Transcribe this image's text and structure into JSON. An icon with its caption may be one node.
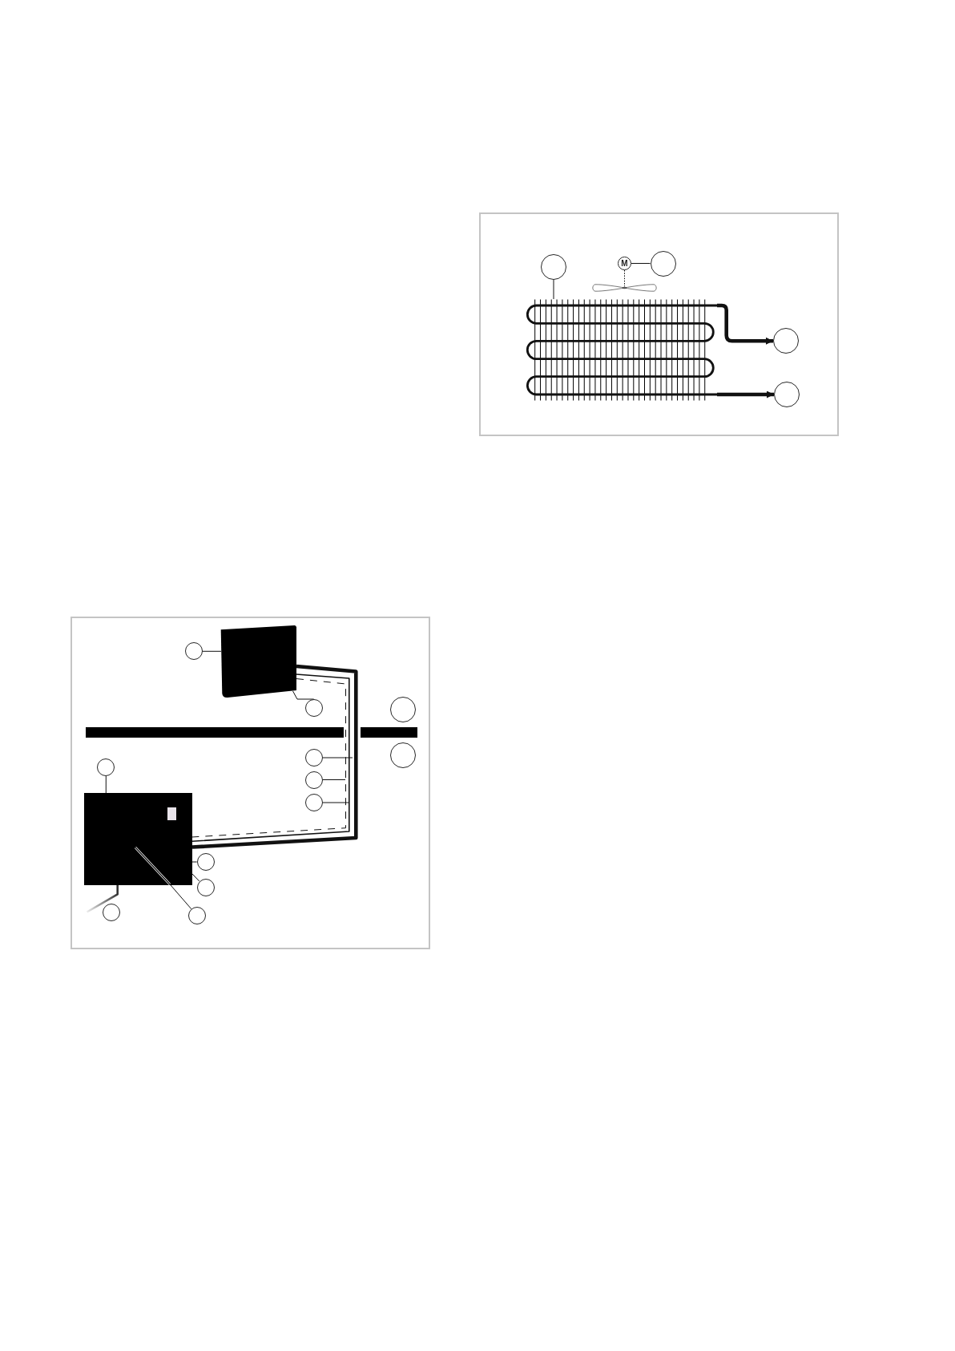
{
  "diagram": {
    "nodes": [
      {
        "text": [],
        "shape": "circle"
      },
      {
        "text": [
          "M"
        ]
      },
      {
        "text": [],
        "shape": "circle"
      },
      {
        "text": [],
        "shape": "picture"
      },
      {
        "text": [],
        "shape": "picture"
      },
      {
        "text": [],
        "shape": "circle"
      },
      {
        "text": [],
        "shape": "circle"
      },
      {
        "text": [],
        "shape": "circle"
      },
      {
        "text": [],
        "shape": "box"
      },
      {
        "text": [],
        "shape": "circle"
      },
      {
        "text": [],
        "shape": "circle"
      },
      {
        "text": [],
        "shape": "circle"
      },
      {
        "text": [],
        "shape": "circle"
      },
      {
        "text": [],
        "shape": "circle"
      },
      {
        "text": [],
        "shape": "circle"
      },
      {
        "text": [],
        "shape": "box"
      },
      {
        "text": [],
        "shape": "bar",
        "in": 15
      },
      {
        "text": [],
        "shape": "circle"
      },
      {
        "text": [],
        "shape": "circle"
      },
      {
        "text": [],
        "shape": "circle"
      },
      {
        "text": [],
        "shape": "circle"
      },
      {
        "text": [],
        "shape": "circle"
      }
    ],
    "edges": [
      {
        "from": 0,
        "to": 4,
        "arrow": "none"
      },
      {
        "from": 2,
        "to": 1,
        "arrow": "none"
      },
      {
        "from": 1,
        "to": 3,
        "arrow": "none",
        "style": "dashed"
      },
      {
        "from": 4,
        "to": 5,
        "arrow": "to",
        "style": "thick"
      },
      {
        "from": 4,
        "to": 6,
        "arrow": "to",
        "style": "thick"
      },
      {
        "from": 7,
        "to": 8,
        "arrow": "none"
      },
      {
        "from": 9,
        "to": 8,
        "arrow": "none"
      },
      {
        "from": 8,
        "to": 15,
        "arrow": "none",
        "style": "thick"
      },
      {
        "from": 8,
        "to": 15,
        "arrow": "none"
      },
      {
        "from": 8,
        "to": 15,
        "arrow": "none",
        "style": "dashed"
      },
      {
        "from": 12,
        "to": null,
        "arrow": "none"
      },
      {
        "from": 14,
        "to": null,
        "arrow": "none"
      },
      {
        "from": 17,
        "to": null,
        "arrow": "none"
      },
      {
        "from": 13,
        "to": 15,
        "arrow": "none"
      },
      {
        "from": 18,
        "to": 15,
        "arrow": "none"
      },
      {
        "from": 19,
        "to": 15,
        "arrow": "none"
      },
      {
        "from": 21,
        "to": 16,
        "arrow": "none"
      }
    ]
  }
}
